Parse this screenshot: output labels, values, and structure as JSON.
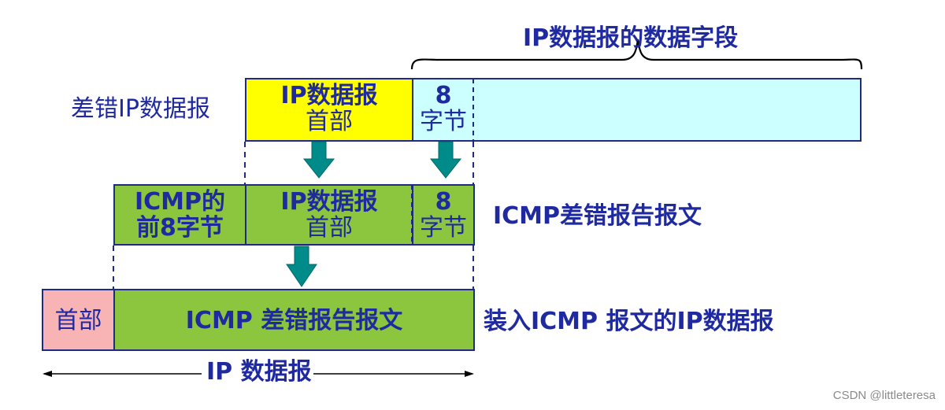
{
  "colors": {
    "text": "#1f2aa0",
    "yellow": "#ffff00",
    "cyan": "#ccffff",
    "green": "#8cc63e",
    "pink": "#f8b4b4",
    "arrow": "#008b8b",
    "border": "#1f2a80"
  },
  "top": {
    "brace_label": "IP数据报的数据字段",
    "row_label": "差错IP数据报",
    "header_line1": "IP数据报",
    "header_line2": "首部",
    "eight_line1": "8",
    "eight_line2": "字节"
  },
  "middle": {
    "icmp_line1": "ICMP的",
    "icmp_line2": "前8字节",
    "header_line1": "IP数据报",
    "header_line2": "首部",
    "eight_line1": "8",
    "eight_line2": "字节",
    "row_label": "ICMP差错报告报文"
  },
  "bottom": {
    "header": "首部",
    "body": "ICMP 差错报告报文",
    "row_label": "装入ICMP 报文的IP数据报",
    "span_label": "IP 数据报"
  },
  "watermark": "CSDN @littleteresa"
}
